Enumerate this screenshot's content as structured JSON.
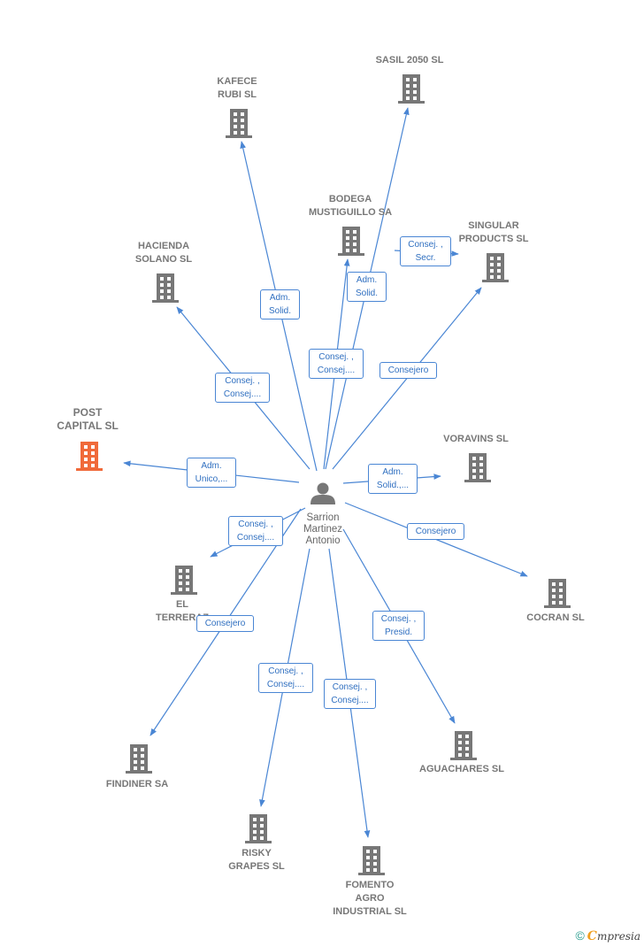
{
  "center": {
    "name": "Sarrion\nMartinez\nAntonio",
    "icon": "person-icon"
  },
  "colors": {
    "edge": "#4a86d4",
    "building": "#777777",
    "building_highlight": "#f06a3a"
  },
  "nodes": [
    {
      "id": "kafece",
      "label": "KAFECE\nRUBI  SL",
      "highlight": false
    },
    {
      "id": "sasil",
      "label": "SASIL 2050  SL",
      "highlight": false
    },
    {
      "id": "bodega",
      "label": "BODEGA\nMUSTIGUILLO SA",
      "highlight": false
    },
    {
      "id": "singular",
      "label": "SINGULAR\nPRODUCTS SL",
      "highlight": false
    },
    {
      "id": "hacienda",
      "label": "HACIENDA\nSOLANO SL",
      "highlight": false
    },
    {
      "id": "post",
      "label": "POST\nCAPITAL  SL",
      "highlight": true
    },
    {
      "id": "voravins",
      "label": "VORAVINS  SL",
      "highlight": false
    },
    {
      "id": "terreraz",
      "label": "EL\nTERRERAZ",
      "highlight": false
    },
    {
      "id": "cocran",
      "label": "COCRAN SL",
      "highlight": false
    },
    {
      "id": "findiner",
      "label": "FINDINER SA",
      "highlight": false
    },
    {
      "id": "aguachares",
      "label": "AGUACHARES SL",
      "highlight": false
    },
    {
      "id": "risky",
      "label": "RISKY\nGRAPES  SL",
      "highlight": false
    },
    {
      "id": "fomento",
      "label": "FOMENTO\nAGRO\nINDUSTRIAL SL",
      "highlight": false
    }
  ],
  "roles": [
    {
      "id": "r_kafece",
      "text": "Adm.\nSolid."
    },
    {
      "id": "r_sasil",
      "text": "Adm.\nSolid."
    },
    {
      "id": "r_bodega",
      "text": "Consej. ,\nConsej...."
    },
    {
      "id": "r_singular",
      "text": "Consejero"
    },
    {
      "id": "r_bodega_singular",
      "text": "Consej. ,\nSecr."
    },
    {
      "id": "r_hacienda",
      "text": "Consej. ,\nConsej...."
    },
    {
      "id": "r_post",
      "text": "Adm.\nUnico,..."
    },
    {
      "id": "r_voravins",
      "text": "Adm.\nSolid.,..."
    },
    {
      "id": "r_terreraz",
      "text": "Consej. ,\nConsej...."
    },
    {
      "id": "r_cocran",
      "text": "Consejero"
    },
    {
      "id": "r_findiner",
      "text": "Consejero"
    },
    {
      "id": "r_aguachares",
      "text": "Consej. ,\nPresid."
    },
    {
      "id": "r_risky",
      "text": "Consej. ,\nConsej...."
    },
    {
      "id": "r_fomento",
      "text": "Consej. ,\nConsej...."
    }
  ],
  "footer": {
    "copyright": "©",
    "brand_first": "C",
    "brand_rest": "mpresia"
  }
}
